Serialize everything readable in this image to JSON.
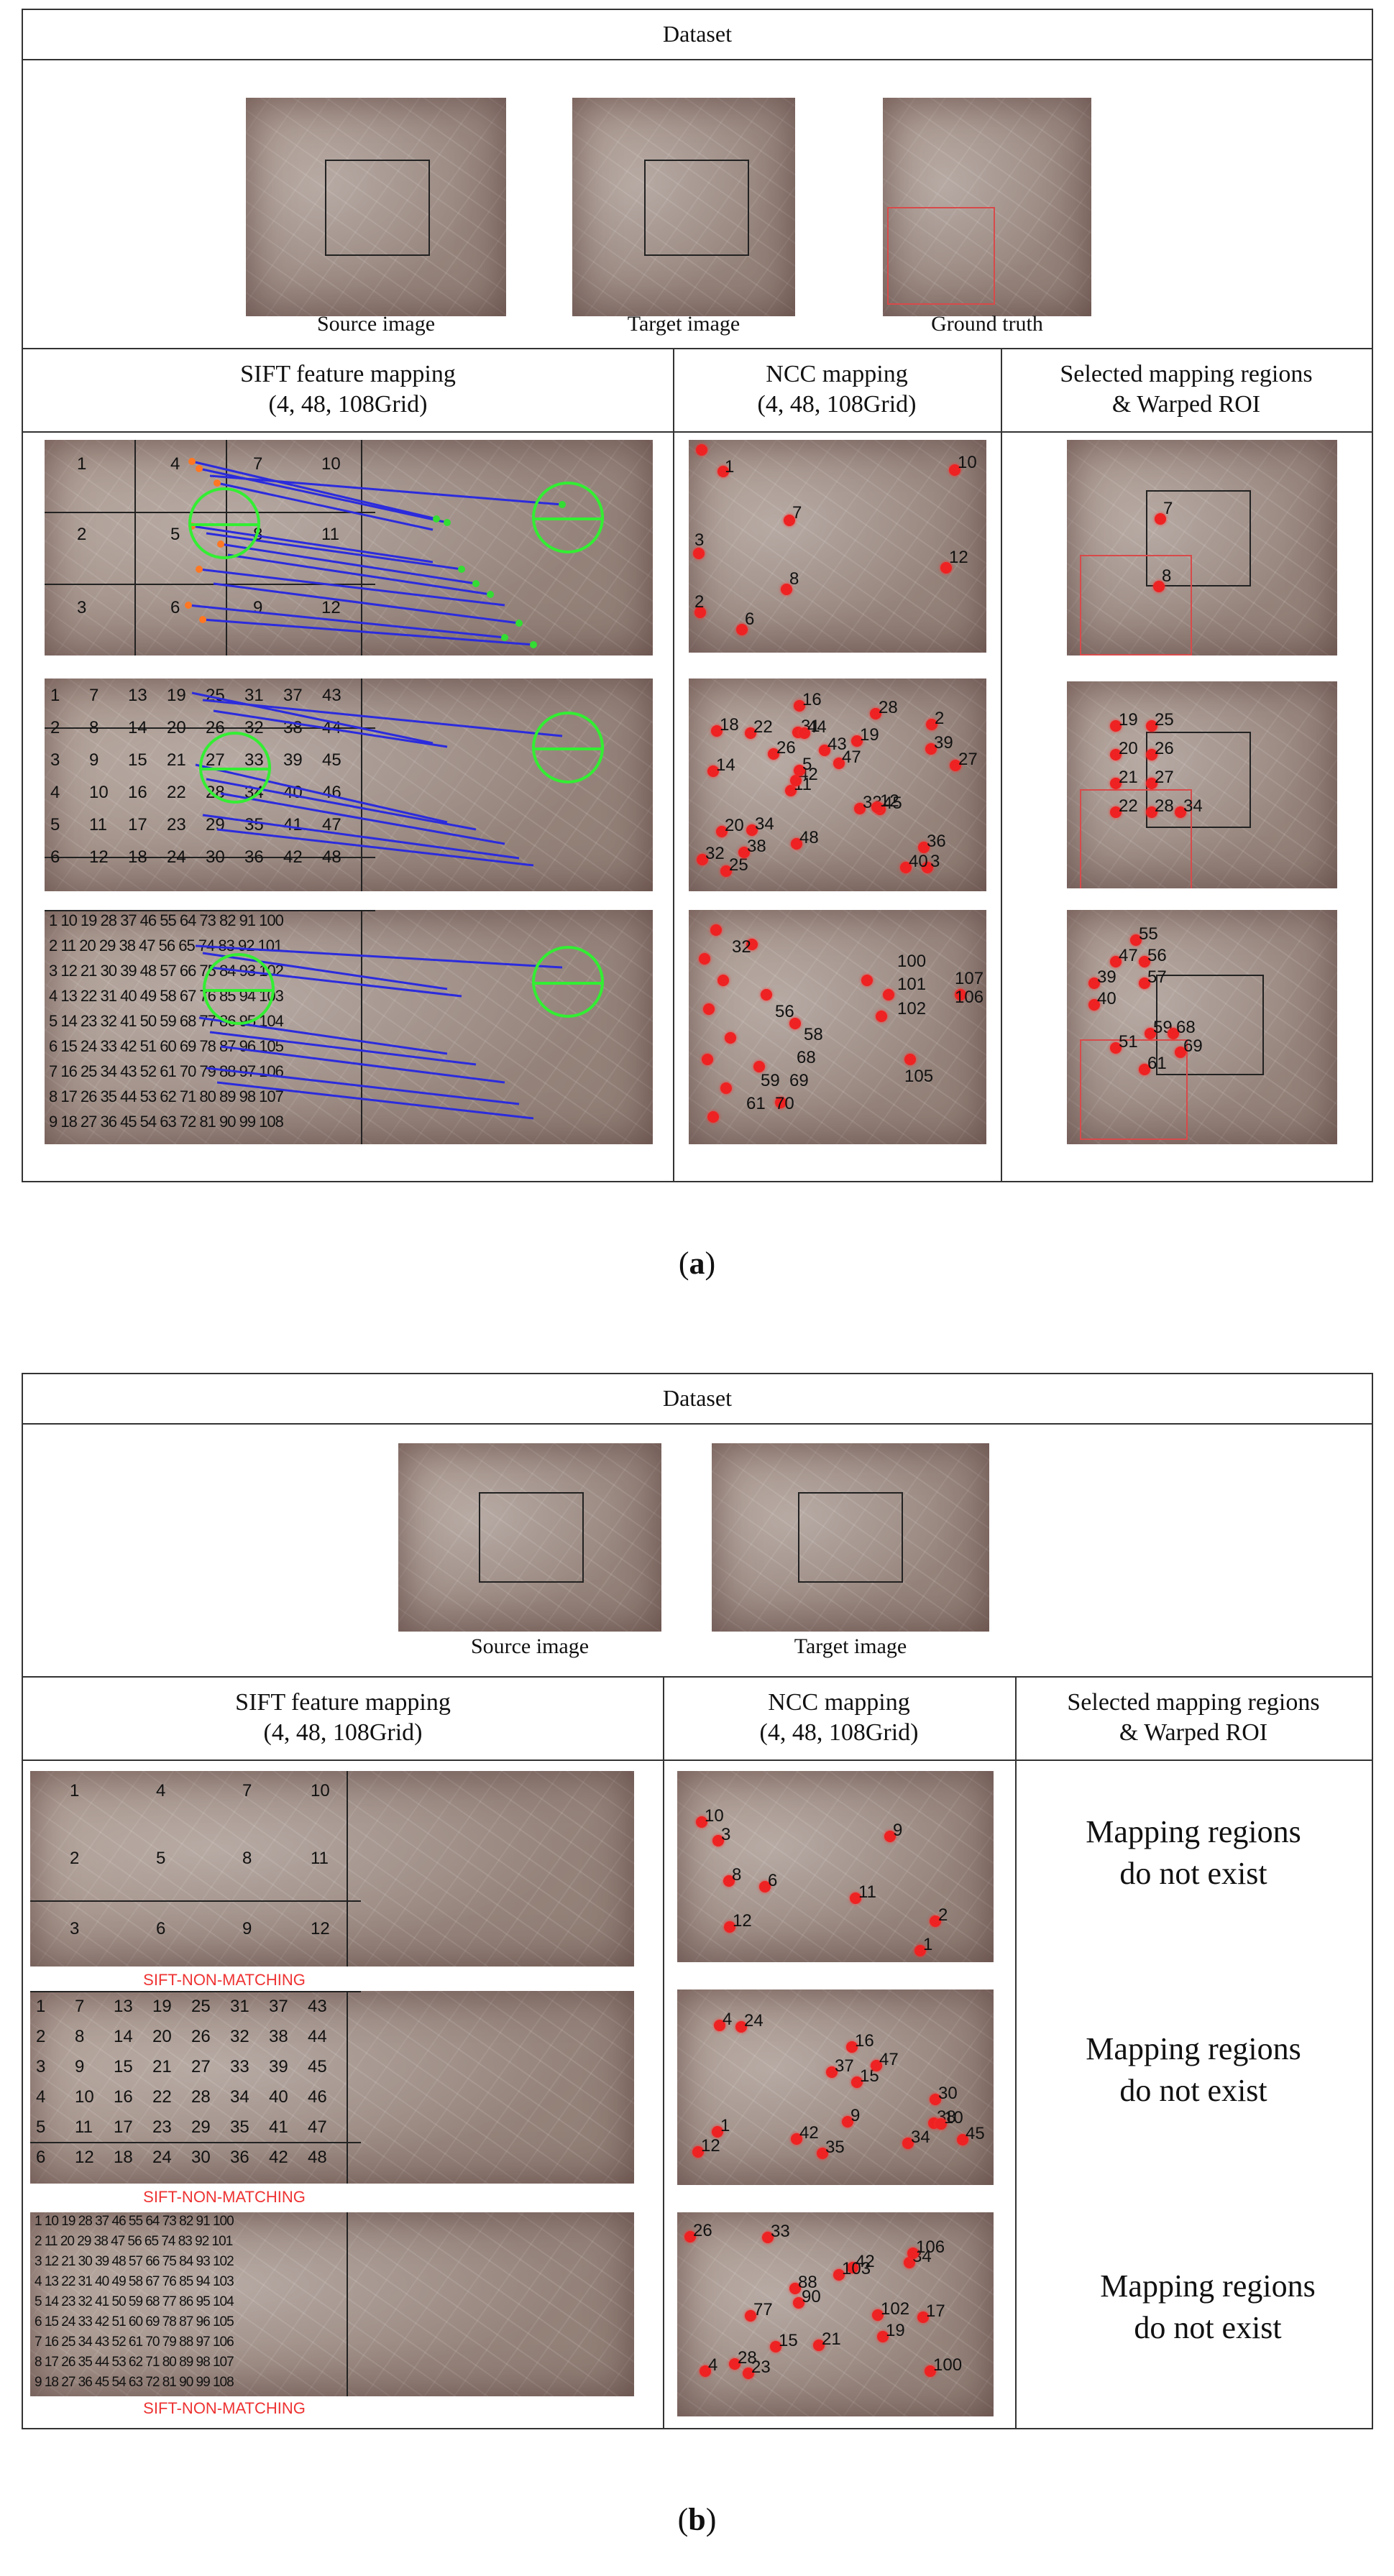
{
  "panel_a": {
    "dataset_header": "Dataset",
    "images": [
      {
        "caption": "Source image"
      },
      {
        "caption": "Target image"
      },
      {
        "caption": "Ground truth"
      }
    ],
    "col_sift": {
      "line1": "SIFT feature mapping",
      "line2": "(4, 48, 108Grid)"
    },
    "col_ncc": {
      "line1": "NCC mapping",
      "line2": "(4, 48, 108Grid)"
    },
    "col_sel": {
      "line1": "Selected mapping regions",
      "line2": "& Warped ROI"
    },
    "grid4": {
      "nums": [
        "1",
        "4",
        "7",
        "10",
        "2",
        "5",
        "8",
        "11",
        "3",
        "6",
        "9",
        "12"
      ]
    },
    "grid48": {
      "rows": [
        [
          "1",
          "7",
          "13",
          "19",
          "25",
          "31",
          "37",
          "43"
        ],
        [
          "2",
          "8",
          "14",
          "20",
          "26",
          "32",
          "38",
          "44"
        ],
        [
          "3",
          "9",
          "15",
          "21",
          "27",
          "33",
          "39",
          "45"
        ],
        [
          "4",
          "10",
          "16",
          "22",
          "28",
          "34",
          "40",
          "46"
        ],
        [
          "5",
          "11",
          "17",
          "23",
          "29",
          "35",
          "41",
          "47"
        ],
        [
          "6",
          "12",
          "18",
          "24",
          "30",
          "36",
          "42",
          "48"
        ]
      ]
    },
    "grid108": {
      "rows": [
        "1 10 19 28 37 46 55 64 73 82 91 100",
        "2 11 20 29 38 47 56 65 74 83 92 101",
        "3 12 21 30 39 48 57 66 75 84 93 102",
        "4 13 22 31 40 49 58 67 76 85 94 103",
        "5 14 23 32 41 50 59 68 77 86 95 104",
        "6 15 24 33 42 51 60 69 78 87 96 105",
        "7 16 25 34 43 52 61 70 79 88 97 106",
        "8 17 26 35 44 53 62 71 80 89 98 107",
        "9 18 27 36 45 54 63 72 81 90 99 108"
      ]
    },
    "ncc4_labels": [
      "1",
      "10",
      "7",
      "3",
      "12",
      "8",
      "2",
      "6"
    ],
    "ncc48_labels": [
      "3",
      "14",
      "2",
      "11",
      "19",
      "25",
      "31",
      "43",
      "20",
      "26",
      "32",
      "38",
      "44",
      "47",
      "45",
      "18",
      "16",
      "27",
      "33",
      "39",
      "42",
      "48",
      "5",
      "22",
      "28",
      "34",
      "40",
      "36",
      "12"
    ],
    "ncc108_labels": [
      "32",
      "100",
      "107",
      "101",
      "106",
      "102",
      "105",
      "56",
      "58",
      "68",
      "59",
      "69",
      "61",
      "70"
    ],
    "sel4_labels": [
      "7",
      "8"
    ],
    "sel48_labels": [
      "19",
      "25",
      "20",
      "26",
      "21",
      "27",
      "22",
      "28",
      "34"
    ],
    "sel108_labels": [
      "55",
      "47",
      "56",
      "39",
      "57",
      "40",
      "59",
      "68",
      "51",
      "69",
      "61"
    ],
    "caption": "a"
  },
  "panel_b": {
    "dataset_header": "Dataset",
    "images": [
      {
        "caption": "Source image"
      },
      {
        "caption": "Target image"
      }
    ],
    "col_sift": {
      "line1": "SIFT feature mapping",
      "line2": "(4, 48, 108Grid)"
    },
    "col_ncc": {
      "line1": "NCC mapping",
      "line2": "(4, 48, 108Grid)"
    },
    "col_sel": {
      "line1": "Selected mapping regions",
      "line2": "& Warped ROI"
    },
    "non_matching": "SIFT-NON-MATCHING",
    "no_map_line1": "Mapping regions",
    "no_map_line2": "do not exist",
    "ncc4_labels": [
      "1",
      "8",
      "11",
      "10",
      "2",
      "3",
      "12",
      "6",
      "9"
    ],
    "ncc48_labels": [
      "1",
      "15",
      "38",
      "45",
      "16",
      "34",
      "37",
      "47",
      "10",
      "12",
      "24",
      "9",
      "30",
      "35",
      "4",
      "42"
    ],
    "ncc108_labels": [
      "4",
      "19",
      "42",
      "102",
      "100",
      "34",
      "33",
      "21",
      "103",
      "23",
      "17",
      "28",
      "106",
      "15",
      "26",
      "88",
      "77",
      "90"
    ],
    "caption": "b"
  }
}
